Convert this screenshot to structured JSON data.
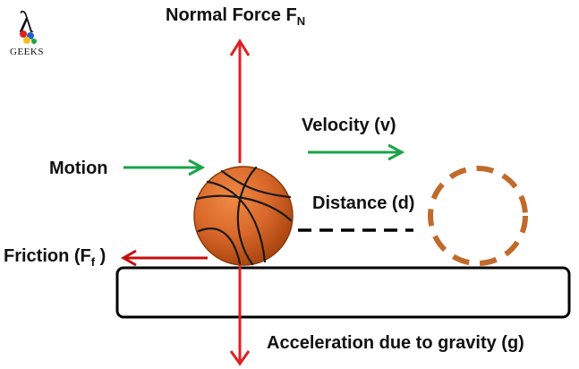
{
  "logo": {
    "symbol": "λ",
    "text": "GEEKS"
  },
  "labels": {
    "normal_force": "Normal Force F",
    "normal_force_sub": "N",
    "velocity": "Velocity (v)",
    "motion": "Motion",
    "distance": "Distance (d)",
    "friction_prefix": "Friction (F",
    "friction_sub": "f",
    "friction_suffix": " )",
    "gravity": "Acceleration due to gravity (g)"
  },
  "colors": {
    "red_arrow": "#e02020",
    "green_arrow": "#1aa34a",
    "ball": "#d9682a",
    "ball_shadow": "#b34c14",
    "dashed_ball": "#c06a2c",
    "ground_stroke": "#000000",
    "text": "#111111"
  }
}
